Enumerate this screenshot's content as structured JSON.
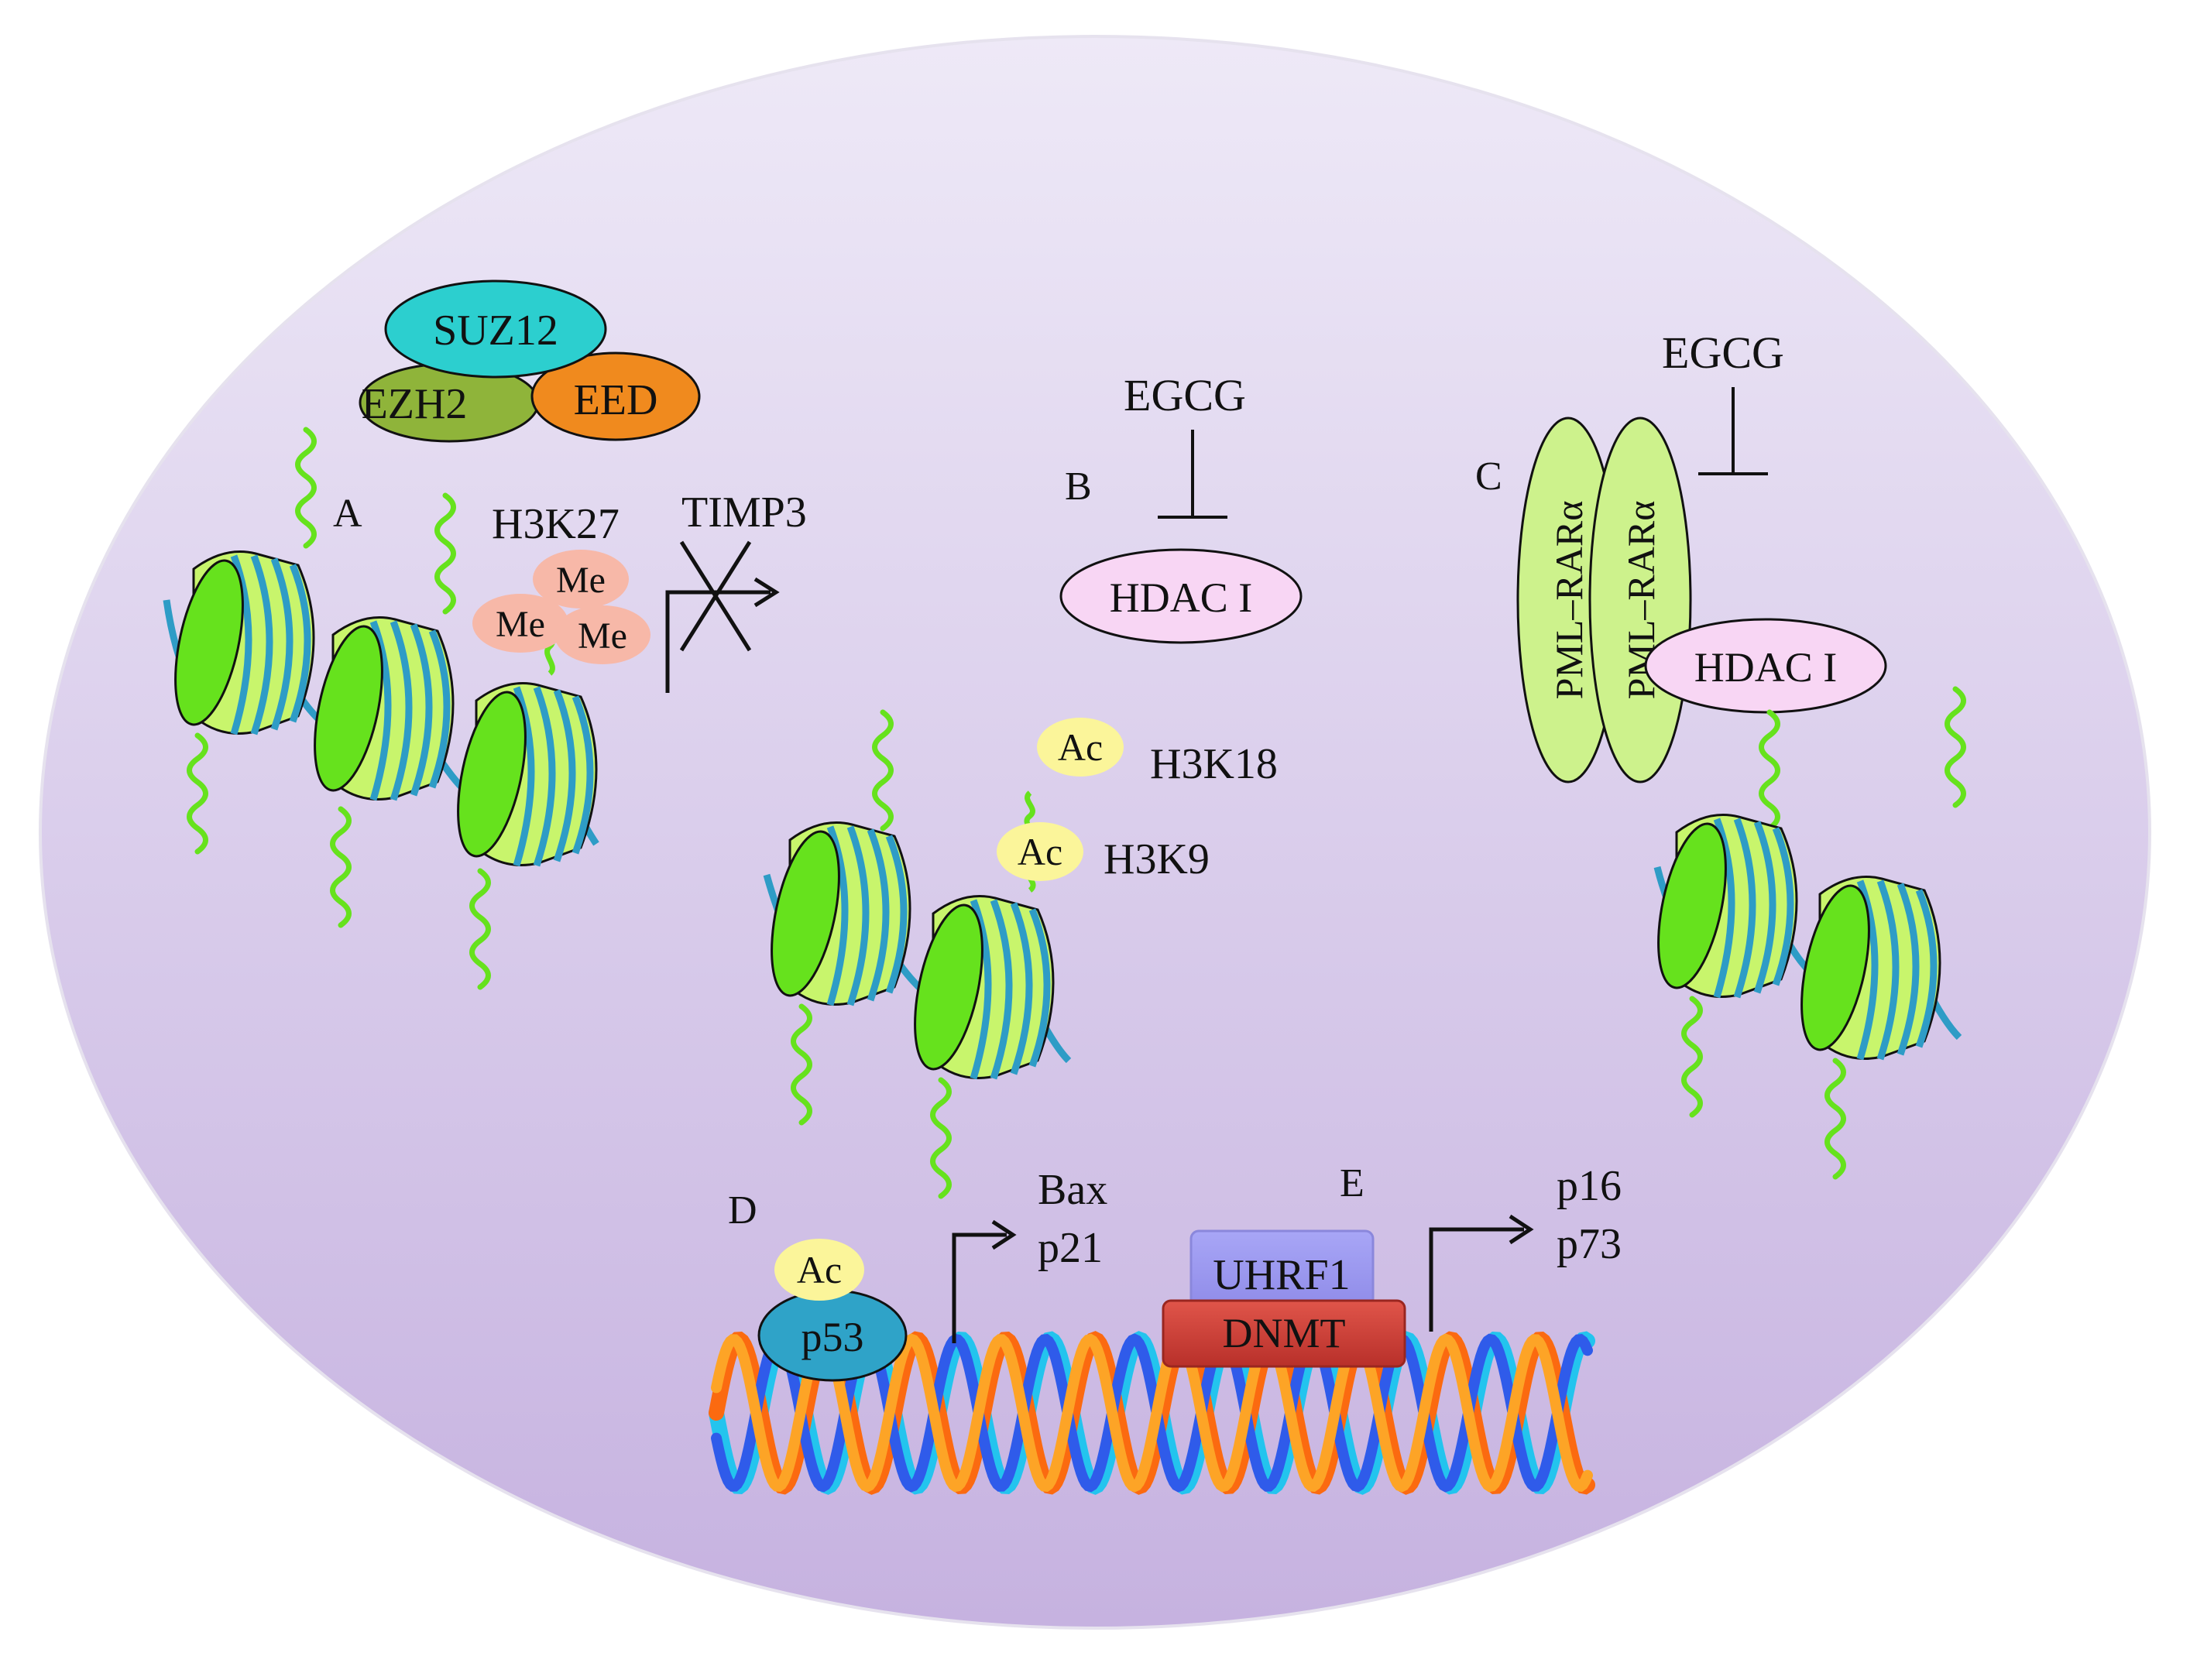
{
  "colors": {
    "cell_top": "#ece6f6",
    "cell_bottom": "#c9b6e2",
    "nucleosome_face": "#66e21d",
    "nucleosome_body": "#c5f56a",
    "dna_wrap": "#2e9cc6",
    "histone_tail": "#66e21d",
    "suz12": "#2ccfcf",
    "ezh2": "#8fb43a",
    "eed": "#f08a1e",
    "me": "#f7b8a8",
    "ac": "#fbf59a",
    "hdac": "#f8d6f4",
    "pml": "#cdf28c",
    "p53": "#2fa3c8",
    "uhrf1": "#9d9af2",
    "dnmt": "#d2453c",
    "helix_dark_blue": "#2f5bea",
    "helix_light_blue": "#23c4ee",
    "helix_orange": "#fb6a10",
    "helix_light_orange": "#fda426"
  },
  "labels": {
    "panel_a": "A",
    "panel_b": "B",
    "panel_c": "C",
    "panel_d": "D",
    "panel_e": "E",
    "suz12": "SUZ12",
    "ezh2": "EZH2",
    "eed": "EED",
    "h3k27": "H3K27",
    "me": "Me",
    "timp3": "TIMP3",
    "egcg_b": "EGCG",
    "egcg_c": "EGCG",
    "hdac_b": "HDAC I",
    "hdac_c": "HDAC I",
    "pml_rar": "PML–RARα",
    "ac": "Ac",
    "h3k18": "H3K18",
    "h3k9": "H3K9",
    "p53": "p53",
    "bax": "Bax",
    "p21": "p21",
    "uhrf1": "UHRF1",
    "dnmt": "DNMT",
    "p16": "p16",
    "p73": "p73"
  }
}
